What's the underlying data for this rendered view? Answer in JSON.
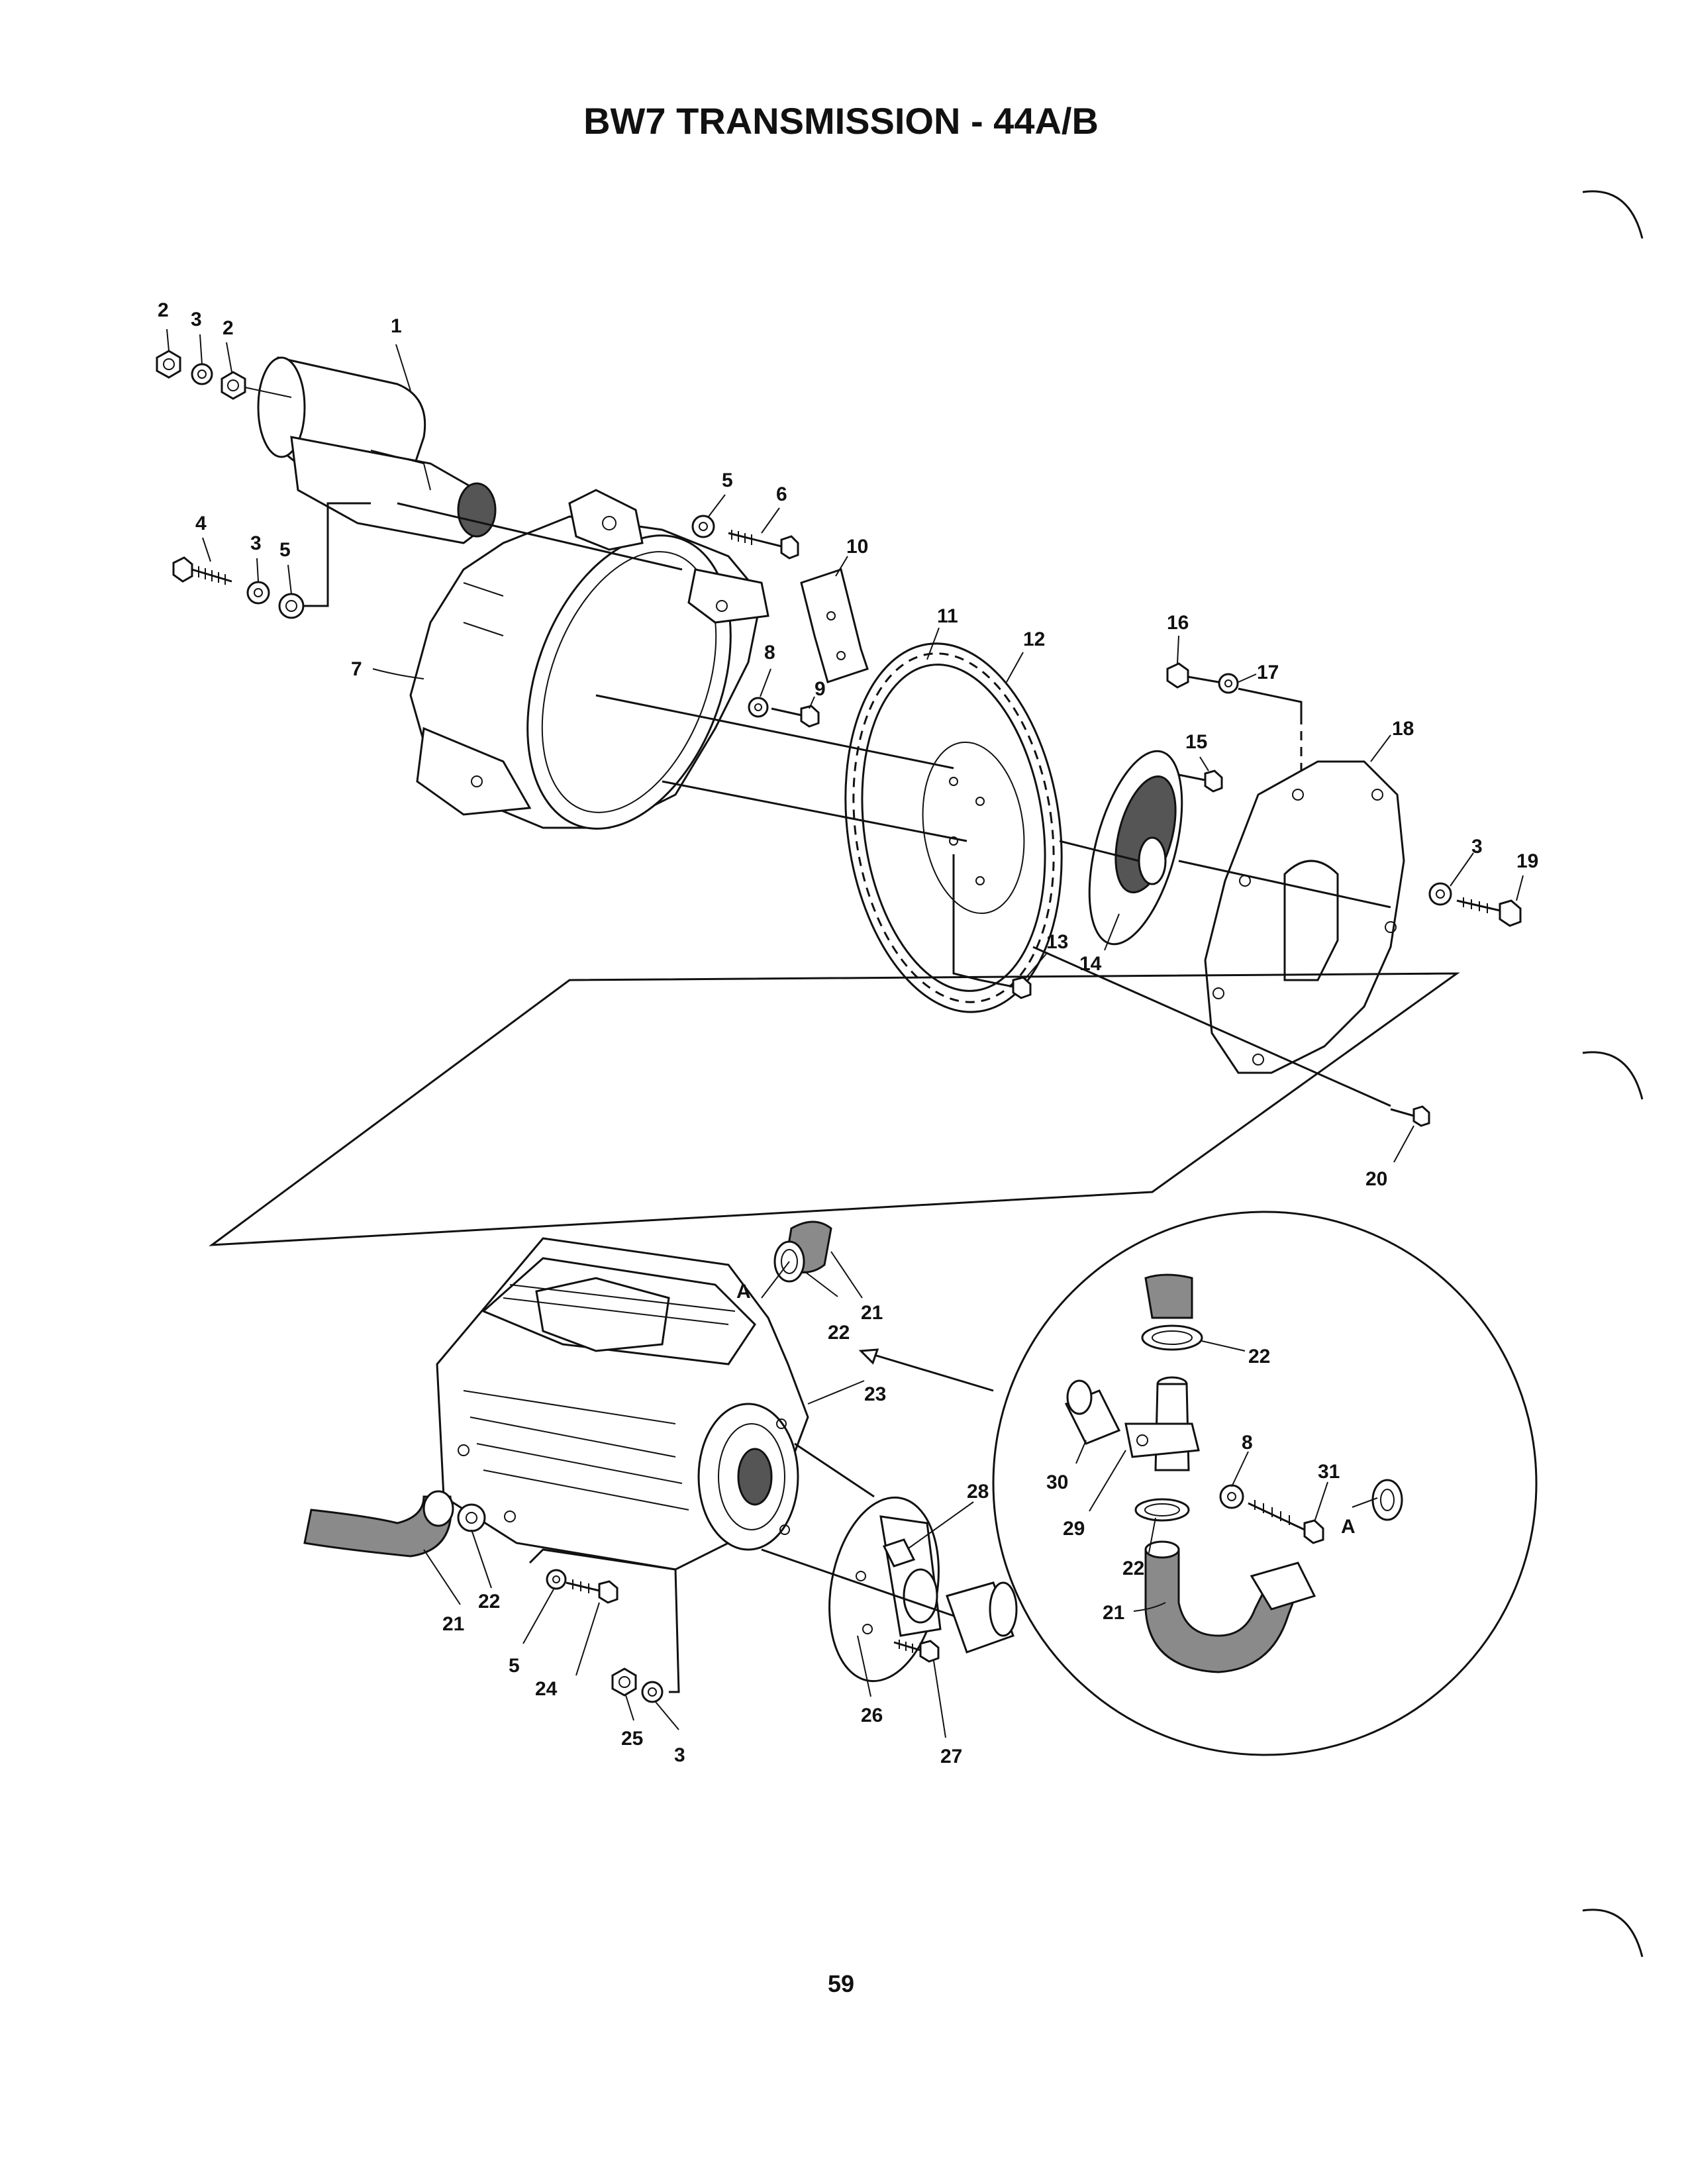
{
  "title": "BW7 TRANSMISSION - 44A/B",
  "page_number": "59",
  "callouts": [
    {
      "id": "c-2a",
      "text": "2"
    },
    {
      "id": "c-3a",
      "text": "3"
    },
    {
      "id": "c-2b",
      "text": "2"
    },
    {
      "id": "c-1",
      "text": "1"
    },
    {
      "id": "c-4",
      "text": "4"
    },
    {
      "id": "c-3b",
      "text": "3"
    },
    {
      "id": "c-5a",
      "text": "5"
    },
    {
      "id": "c-5b",
      "text": "5"
    },
    {
      "id": "c-6",
      "text": "6"
    },
    {
      "id": "c-10",
      "text": "10"
    },
    {
      "id": "c-7",
      "text": "7"
    },
    {
      "id": "c-8a",
      "text": "8"
    },
    {
      "id": "c-9",
      "text": "9"
    },
    {
      "id": "c-11",
      "text": "11"
    },
    {
      "id": "c-12",
      "text": "12"
    },
    {
      "id": "c-16",
      "text": "16"
    },
    {
      "id": "c-17",
      "text": "17"
    },
    {
      "id": "c-15",
      "text": "15"
    },
    {
      "id": "c-18",
      "text": "18"
    },
    {
      "id": "c-3c",
      "text": "3"
    },
    {
      "id": "c-19",
      "text": "19"
    },
    {
      "id": "c-13",
      "text": "13"
    },
    {
      "id": "c-14",
      "text": "14"
    },
    {
      "id": "c-20",
      "text": "20"
    },
    {
      "id": "c-A1",
      "text": "A"
    },
    {
      "id": "c-21a",
      "text": "21"
    },
    {
      "id": "c-22a",
      "text": "22"
    },
    {
      "id": "c-23",
      "text": "23"
    },
    {
      "id": "c-22b",
      "text": "22"
    },
    {
      "id": "c-8b",
      "text": "8"
    },
    {
      "id": "c-30",
      "text": "30"
    },
    {
      "id": "c-31",
      "text": "31"
    },
    {
      "id": "c-29",
      "text": "29"
    },
    {
      "id": "c-A2",
      "text": "A"
    },
    {
      "id": "c-22c",
      "text": "22"
    },
    {
      "id": "c-21b",
      "text": "21"
    },
    {
      "id": "c-28",
      "text": "28"
    },
    {
      "id": "c-22d",
      "text": "22"
    },
    {
      "id": "c-21c",
      "text": "21"
    },
    {
      "id": "c-5c",
      "text": "5"
    },
    {
      "id": "c-24",
      "text": "24"
    },
    {
      "id": "c-25",
      "text": "25"
    },
    {
      "id": "c-3d",
      "text": "3"
    },
    {
      "id": "c-26",
      "text": "26"
    },
    {
      "id": "c-27",
      "text": "27"
    }
  ]
}
